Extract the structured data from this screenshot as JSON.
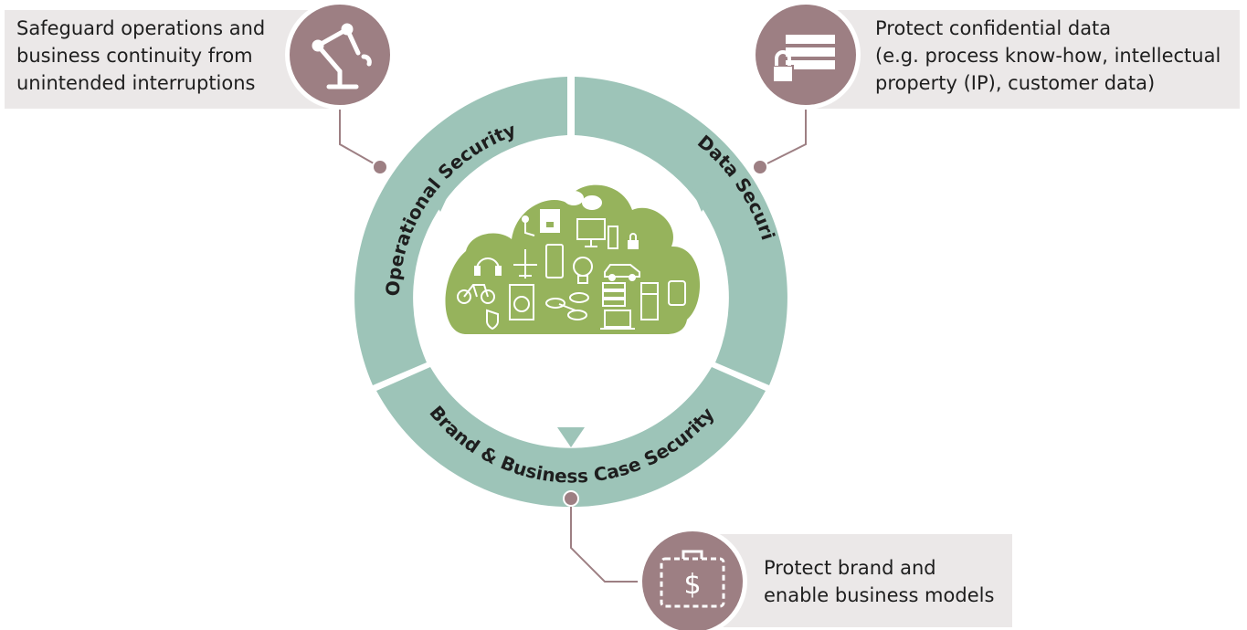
{
  "callouts": {
    "operational": {
      "lines": [
        "Safeguard operations and",
        "business continuity from",
        "unintended interruptions"
      ],
      "icon": "robot-arm-icon"
    },
    "data": {
      "lines": [
        "Protect confidential data",
        "(e.g. process know-how, intellectual",
        "property (IP), customer data)"
      ],
      "icon": "server-lock-icon"
    },
    "brand": {
      "lines": [
        "Protect brand and",
        "enable business models"
      ],
      "icon": "briefcase-dollar-icon"
    }
  },
  "ring": {
    "segments": [
      "Operational Security",
      "Data Security",
      "Brand & Business Case Security"
    ],
    "colors": {
      "ring": "#9dc4b8",
      "cloud": "#96b35c",
      "connector": "#9d7f83",
      "callout_bg": "#ebe8e8"
    }
  },
  "cloud": {
    "icons": [
      "chat-bubbles-icon",
      "coffee-machine-icon",
      "touch-hand-icon",
      "monitor-icon",
      "desktop-tower-icon",
      "padlock-icon",
      "headset-icon",
      "airplane-icon",
      "smartphone-icon",
      "light-bulb-icon",
      "car-icon",
      "bicycle-icon",
      "washing-machine-icon",
      "drone-icon",
      "server-rack-icon",
      "refrigerator-icon",
      "smartwatch-icon",
      "shield-icon",
      "laptop-icon"
    ]
  }
}
